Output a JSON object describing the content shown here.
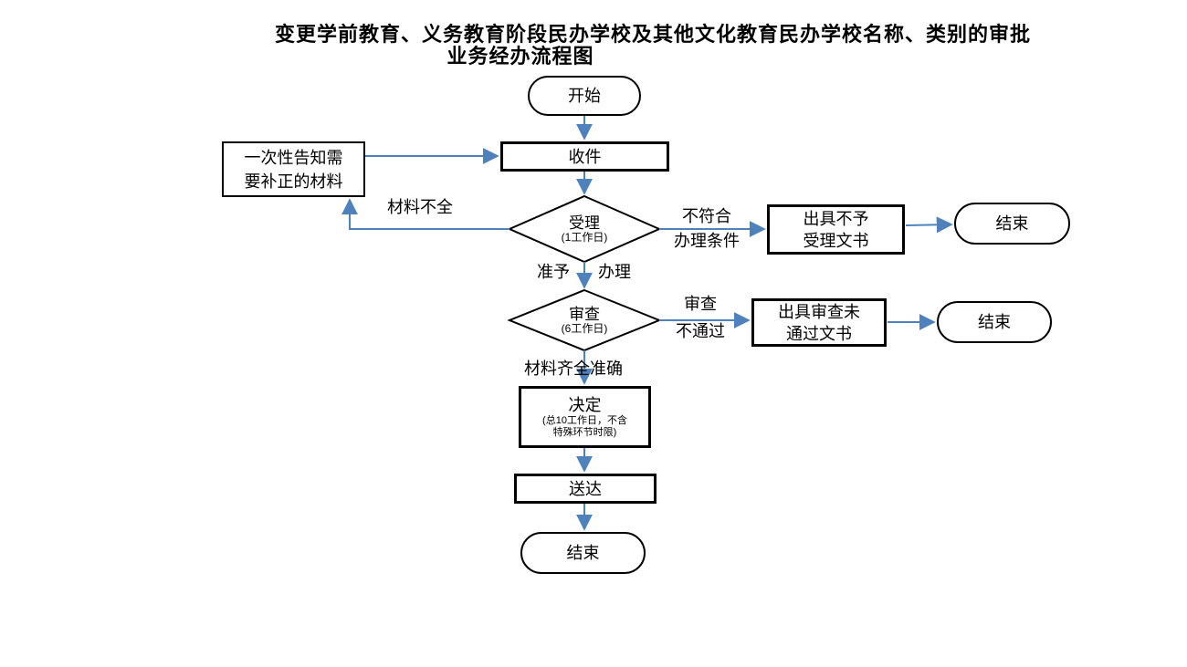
{
  "title": {
    "line1": "变更学前教育、义务教育阶段民办学校及其他文化教育民办学校名称、类别的审批",
    "line2": "业务经办流程图"
  },
  "colors": {
    "arrow": "#4F81BD",
    "shape_border": "#000000",
    "background": "#FFFFFF",
    "text": "#000000"
  },
  "nodes": {
    "start": {
      "label": "开始"
    },
    "receive": {
      "label": "收件"
    },
    "notify": {
      "line1": "一次性告知需",
      "line2": "要补正的材料"
    },
    "accept": {
      "label": "受理",
      "sub": "(1工作日)"
    },
    "reject_doc": {
      "line1": "出具不予",
      "line2": "受理文书"
    },
    "end1": {
      "label": "结束"
    },
    "review": {
      "label": "审查",
      "sub": "(6工作日)"
    },
    "review_fail_doc": {
      "line1": "出具审查未",
      "line2": "通过文书"
    },
    "end2": {
      "label": "结束"
    },
    "decision": {
      "label": "决定",
      "sub1": "(总10工作日，不含",
      "sub2": "特殊环节时限)"
    },
    "deliver": {
      "label": "送达"
    },
    "end3": {
      "label": "结束"
    }
  },
  "edge_labels": {
    "incomplete": "材料不全",
    "not_qualified_1": "不符合",
    "not_qualified_2": "办理条件",
    "approved_1": "准予",
    "approved_2": "办理",
    "review_fail_1": "审查",
    "review_fail_2": "不通过",
    "complete": "材料齐全准确"
  }
}
